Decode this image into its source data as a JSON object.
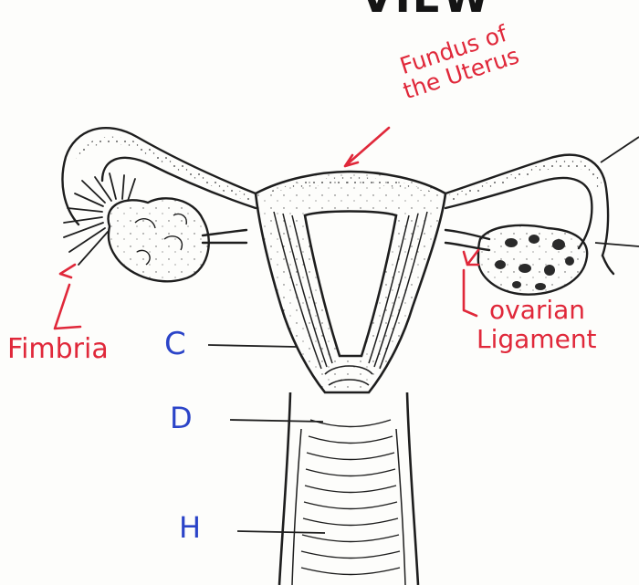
{
  "header": {
    "partial_title": "VIEW"
  },
  "labels": {
    "fundus_line1": "Fundus of",
    "fundus_line2": "the Uterus",
    "fimbria": "Fimbria",
    "ovarian_line1": "ovarian",
    "ovarian_line2": "Ligament",
    "letter_c": "C",
    "letter_d": "D",
    "letter_h": "H"
  },
  "colors": {
    "ink": "#1e1e1e",
    "annotation_red": "#e0283a",
    "letter_blue": "#2b44c8",
    "paper": "#fdfdfb"
  }
}
